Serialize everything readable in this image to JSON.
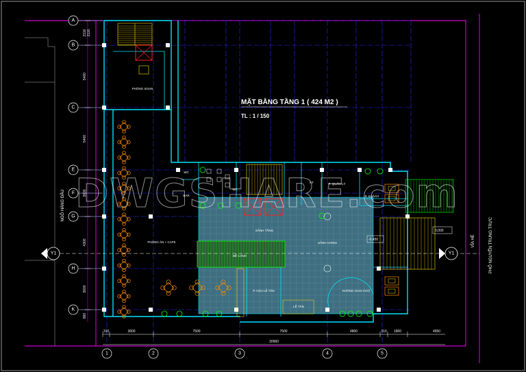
{
  "title": "MẶT BẰNG TẦNG 1 ( 424 M2 )",
  "scale": "TL :  1 / 150",
  "watermark": "DWGSHARE.com",
  "streets": {
    "left": "NGÕ HÀNG ĐẦU",
    "right": "PHỐ NGUYỄN TRUNG TRỰC",
    "sidewalk": "VỈA HÈ"
  },
  "grid_rows": [
    "A",
    "B",
    "C",
    "E",
    "F",
    "G",
    "H",
    "K"
  ],
  "grid_cols": [
    "1",
    "2",
    "3",
    "4",
    "5"
  ],
  "axis_tag": "Y1",
  "left_dims": [
    "2110",
    "5400",
    "5400",
    "3600",
    "4300",
    "3600",
    "860"
  ],
  "left_dim_top": "2110",
  "bottom_dims": [
    "310",
    "3600",
    "7500",
    "7500",
    "4800",
    "310",
    "1800",
    "4950"
  ],
  "bottom_total": "30960",
  "rooms": {
    "soan": "PHÒNG SOẠN",
    "an_cafe": "PHÒNG ĂN + CAFE",
    "sanh_tang": "SẢNH TẦNG",
    "sanh_chinh": "SẢNH CHÍNH",
    "be_canh": "BỂ CẢNH",
    "le_tan": "P. HẬU LỄ TÂN",
    "quan_ly": "P. QUẢN LÝ",
    "khach": "P. KHÁCH",
    "khong_gian_cho": "KHÔNG GIAN CHỜ",
    "le_tan2": "LỄ TÂN",
    "bar": "BAR",
    "wc1": "WC",
    "wc2": "WC",
    "kt": "KT"
  },
  "levels": [
    "0,000",
    "-0,450"
  ],
  "colors": {
    "wall": "#00e5ff",
    "grid_line": "#2a2aff",
    "boundary": "#ff00ff",
    "furniture": "#ff8c00",
    "stair": "#ffe000",
    "floor": "#4a7a8a",
    "green": "#00ff00",
    "elevator": "#ff2020"
  }
}
